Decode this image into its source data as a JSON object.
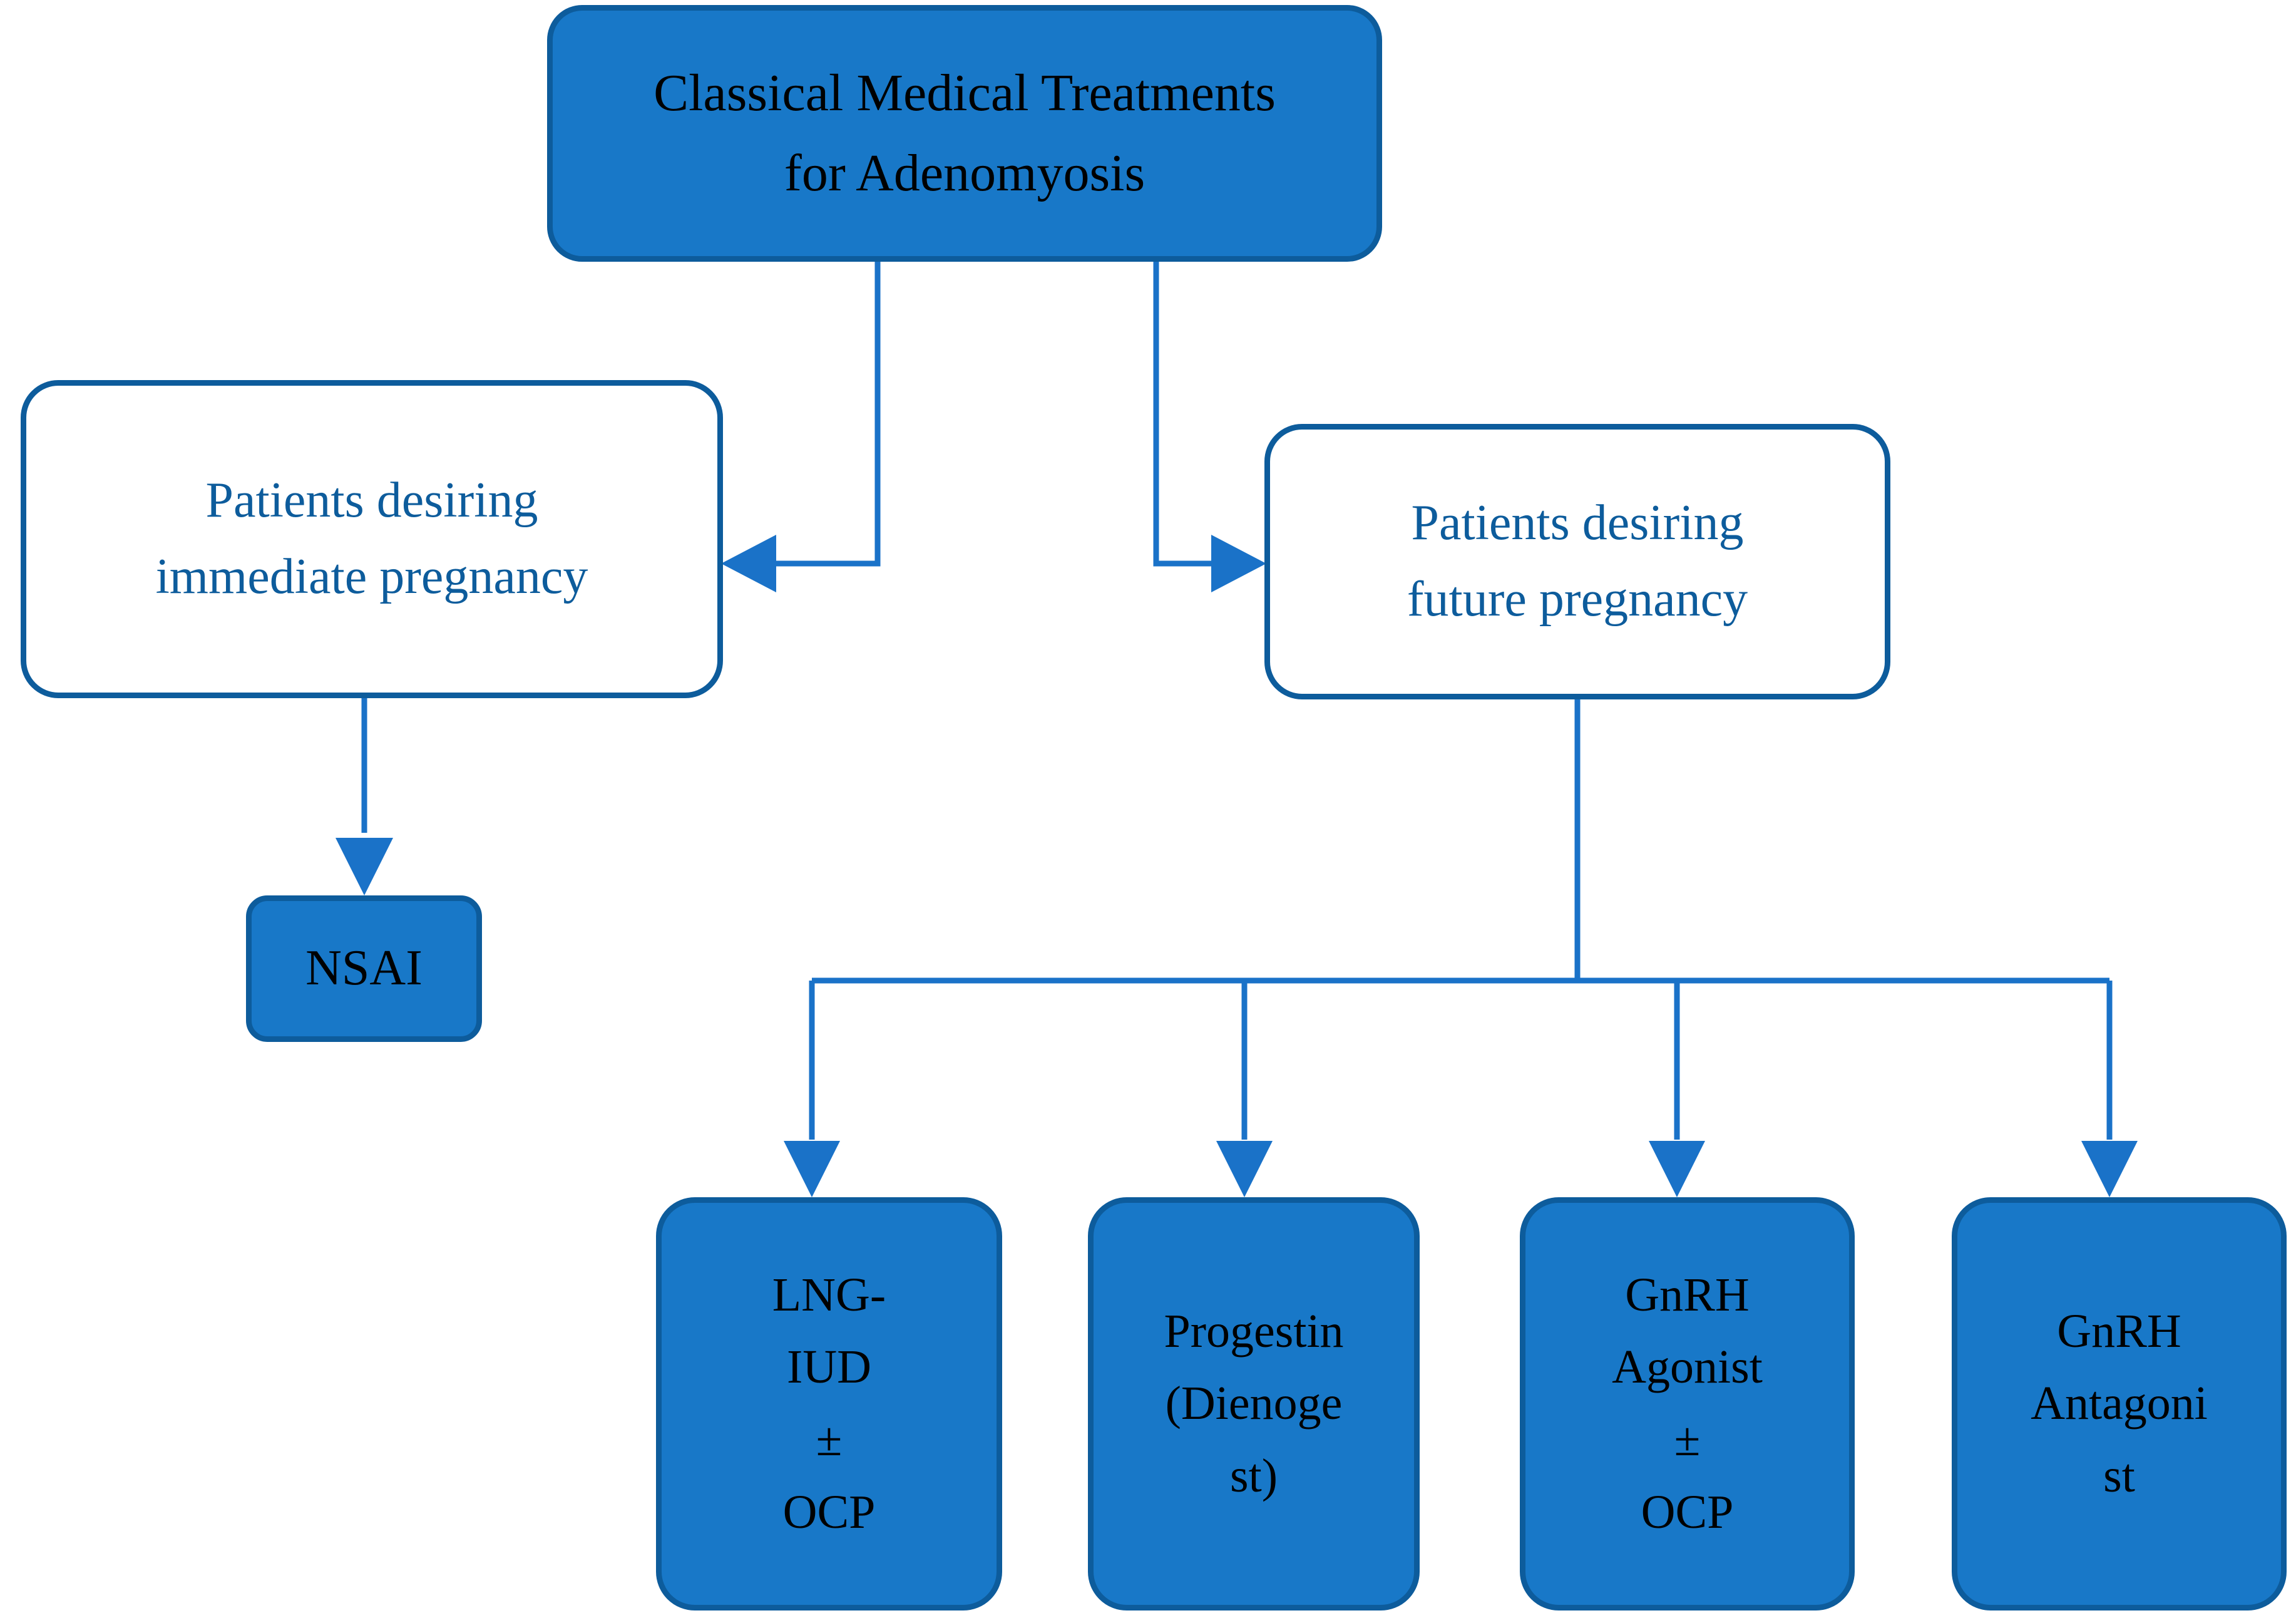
{
  "diagram": {
    "title": "Classical Medical Treatments for Adenomyosis",
    "colors": {
      "fill_blue": "#1878c8",
      "border_blue": "#0d5c9c",
      "connector_blue": "#1a72c8",
      "white": "#ffffff",
      "text_black": "#000000",
      "text_blue": "#0d5c9c"
    },
    "nodes": {
      "root": {
        "style": "filled",
        "lines": [
          "Classical Medical Treatments",
          "for Adenomyosis"
        ]
      },
      "immediate": {
        "style": "outline",
        "lines": [
          "Patients desiring",
          "immediate pregnancy"
        ]
      },
      "future": {
        "style": "outline",
        "lines": [
          "Patients desiring",
          "future pregnancy"
        ]
      },
      "nsai": {
        "style": "filled",
        "lines": [
          "NSAI"
        ]
      },
      "lng_iud": {
        "style": "filled",
        "lines": [
          "LNG-",
          "IUD",
          "±",
          "OCP"
        ]
      },
      "progestin": {
        "style": "filled",
        "lines": [
          "Progestin",
          "(Dienoge",
          "st)"
        ]
      },
      "gnrh_agonist": {
        "style": "filled",
        "lines": [
          "GnRH",
          "Agonist",
          "±",
          "OCP"
        ]
      },
      "gnrh_antagonist": {
        "style": "filled",
        "lines": [
          "GnRH",
          "Antagoni",
          "st"
        ]
      }
    },
    "edges": [
      {
        "from": "root",
        "to": "immediate",
        "arrow": "left"
      },
      {
        "from": "root",
        "to": "future",
        "arrow": "right"
      },
      {
        "from": "immediate",
        "to": "nsai",
        "arrow": "down"
      },
      {
        "from": "future",
        "to": "lng_iud",
        "arrow": "down"
      },
      {
        "from": "future",
        "to": "progestin",
        "arrow": "down"
      },
      {
        "from": "future",
        "to": "gnrh_agonist",
        "arrow": "down"
      },
      {
        "from": "future",
        "to": "gnrh_antagonist",
        "arrow": "down"
      }
    ]
  }
}
